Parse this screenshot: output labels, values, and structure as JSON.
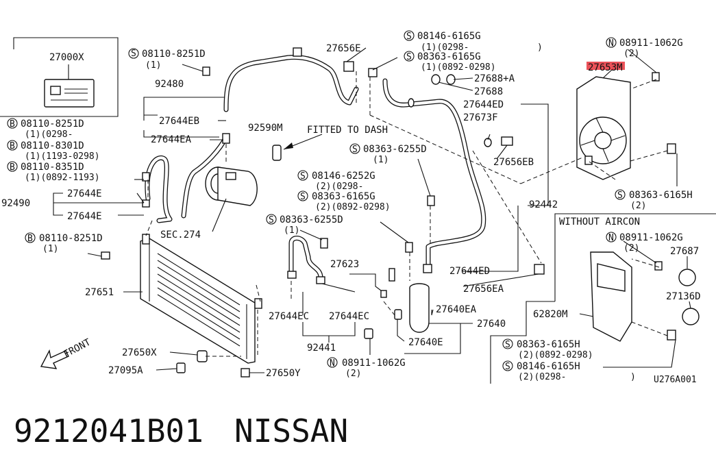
{
  "caption": {
    "part_number": "9212041B01",
    "brand": "NISSAN"
  },
  "diagram_code": "U276A001",
  "section_label": "WITHOUT AIRCON",
  "front_label": "FRONT",
  "fitted_label": "FITTED TO DASH",
  "colors": {
    "highlight": "#e8343c",
    "ink": "#111111"
  },
  "labels": {
    "p27000x": "27000X",
    "s_08110_8251d_top": "08110-8251D",
    "s_08110_8251d_top_q": "(1)",
    "p92480": "92480",
    "p27644eb": "27644EB",
    "p27644ea": "27644EA",
    "b_08110_8251d": "08110-8251D",
    "b_08110_8251d_q": "(1)(0298-",
    "b_08110_8301d": "08110-8301D",
    "b_08110_8301d_q": "(1)(1193-0298)",
    "b_08110_8351d": "08110-8351D",
    "b_08110_8351d_q": "(1)(0892-1193)",
    "p92590m": "92590M",
    "p27656e": "27656E",
    "s_08146_6165g": "08146-6165G",
    "s_08146_6165g_q": "(1)(0298-",
    "s_08363_6165g_top": "08363-6165G",
    "s_08363_6165g_top_q": "(1)(0892-0298)",
    "p27688a": "27688+A",
    "p27688": "27688",
    "p27644ed_top": "27644ED",
    "p27673f": "27673F",
    "p27656eb": "27656EB",
    "n_08911_1062g_top": "08911-1062G",
    "n_08911_1062g_top_q": "(2)",
    "p27653m": "27653M",
    "s_08363_6165h_right": "08363-6165H",
    "s_08363_6165h_right_q": "(2)",
    "p27644e_1": "27644E",
    "p92490": "92490",
    "p27644e_2": "27644E",
    "b_08110_8251d_low": "08110-8251D",
    "b_08110_8251d_low_q": "(1)",
    "sec274": "SEC.274",
    "s_08363_6255d_mid": "08363-6255D",
    "s_08363_6255d_mid_q": "(1)",
    "s_08146_6252g": "08146-6252G",
    "s_08146_6252g_q": "(2)(0298-",
    "s_08363_6165g_mid": "08363-6165G",
    "s_08363_6165g_mid_q": "(2)(0892-0298)",
    "s_08363_6255d_low": "08363-6255D",
    "s_08363_6255d_low_q": "(1)",
    "p92442": "92442",
    "n_08911_1062g_mid": "08911-1062G",
    "n_08911_1062g_mid_q": "(2)",
    "p27687": "27687",
    "p27136d": "27136D",
    "p62820m": "62820M",
    "p27623": "27623",
    "p27644ed_low": "27644ED",
    "p27656ea": "27656EA",
    "p27651": "27651",
    "p27644ec_1": "27644EC",
    "p27644ec_2": "27644EC",
    "p27640ea": "27640EA",
    "p27640": "27640",
    "p27640e": "27640E",
    "p92441": "92441",
    "p27650x": "27650X",
    "p27095a": "27095A",
    "p27650y": "27650Y",
    "n_08911_1062g_low": "08911-1062G",
    "n_08911_1062g_low_q": "(2)",
    "s_08363_6165h_low": "08363-6165H",
    "s_08363_6165h_low_q": "(2)(0892-0298)",
    "s_08146_6165h": "08146-6165H",
    "s_08146_6165h_q": "(2)(0298-"
  },
  "symbols": {
    "s": "S",
    "b": "B",
    "n": "N"
  }
}
